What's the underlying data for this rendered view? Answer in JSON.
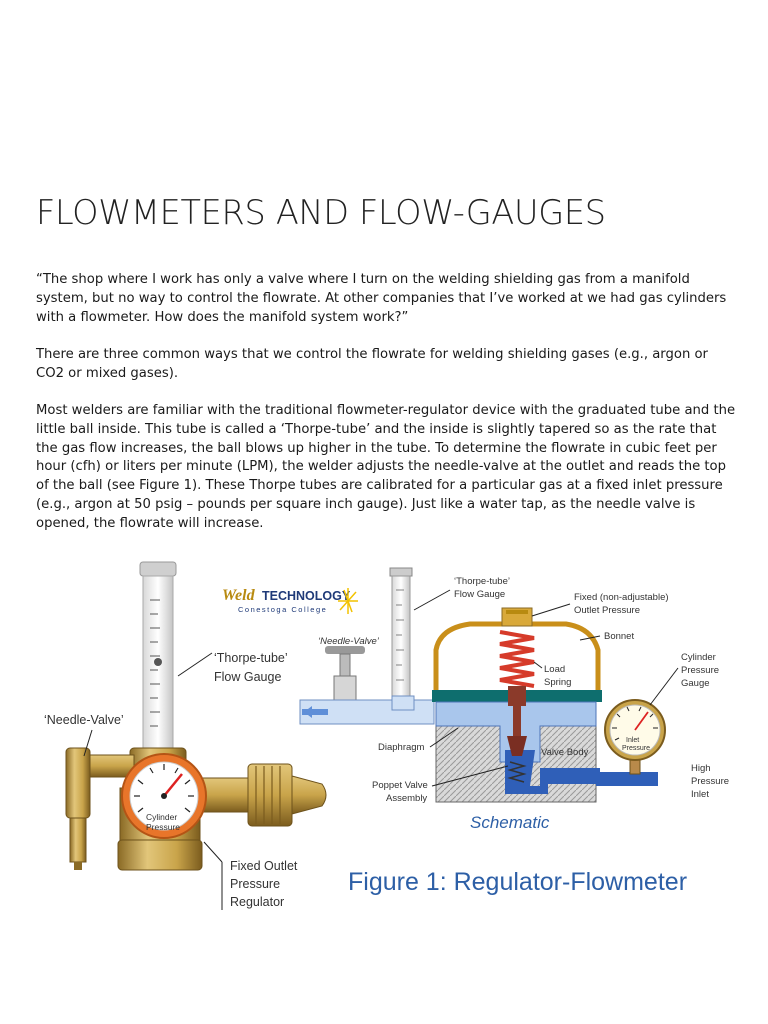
{
  "title": "FLOWMETERS AND FLOW-GAUGES",
  "paragraphs": [
    "“The shop where I work has only a valve where I turn on the welding shielding gas from a manifold system, but no way to control the flowrate.  At other companies that I’ve worked at we had gas cylinders with a flowmeter.  How does the manifold system work?”",
    "There are three common ways that we control the flowrate for welding shielding gases (e.g., argon or CO2 or mixed gases).",
    "Most welders are familiar with the traditional flowmeter-regulator device with the graduated tube and the little ball inside.  This tube is called a ‘Thorpe-tube’ and the inside is slightly tapered so as the rate that the gas flow increases, the ball blows up higher in the tube.  To determine the flowrate in cubic feet per hour (cfh) or liters per minute (LPM), the welder adjusts the needle-valve at the outlet and reads the top of the ball (see Figure 1).  These Thorpe tubes are calibrated for a particular gas at a fixed inlet pressure (e.g., argon at 50 psig – pounds per square inch gauge).  Just like a water tap, as the needle valve is opened, the flowrate will increase."
  ],
  "figure": {
    "logo": {
      "brand": "Weld",
      "brand_rest": "TECHNOLOGY",
      "subtitle": "Conestoga College"
    },
    "photo_labels": {
      "thorpe_line1": "‘Thorpe-tube’",
      "thorpe_line2": "Flow Gauge",
      "needle_valve": "‘Needle-Valve’",
      "gauge_line1": "Cylinder",
      "gauge_line2": "Pressure",
      "fixed_line1": "Fixed Outlet",
      "fixed_line2": "Pressure",
      "fixed_line3": "Regulator"
    },
    "schematic_labels": {
      "thorpe_line1": "‘Thorpe-tube’",
      "thorpe_line2": "Flow Gauge",
      "fixed_line1": "Fixed (non-adjustable)",
      "fixed_line2": "Outlet Pressure",
      "bonnet": "Bonnet",
      "needle_valve": "‘Needle-Valve’",
      "load_line1": "Load",
      "load_line2": "Spring",
      "cyl_line1": "Cylinder",
      "cyl_line2": "Pressure",
      "cyl_line3": "Gauge",
      "inlet_line1": "Inlet",
      "inlet_line2": "Pressure",
      "diaphragm": "Diaphragm",
      "valve_body": "Valve Body",
      "poppet_line1": "Poppet Valve",
      "poppet_line2": "Assembly",
      "high_line1": "High",
      "high_line2": "Pressure",
      "high_line3": "Inlet",
      "schematic_title": "Schematic"
    },
    "caption": "Figure 1: Regulator-Flowmeter",
    "colors": {
      "brass": "#c9a44a",
      "gauge_ring": "#e8752a",
      "bonnet": "#c98f1a",
      "spring": "#d63b2a",
      "pipe_blue": "#2f5fb8",
      "light_blue": "#a9c6ec",
      "caption_blue": "#2d5fa6"
    }
  }
}
